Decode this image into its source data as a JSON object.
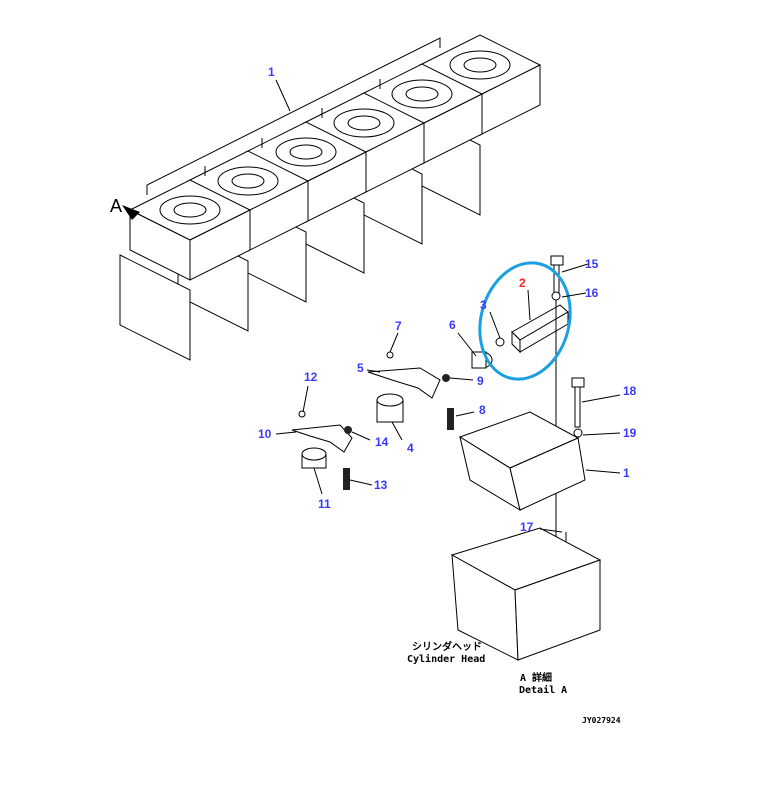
{
  "diagram": {
    "view_marker": "A",
    "callouts": [
      {
        "id": "1",
        "label": "1",
        "highlighted": false
      },
      {
        "id": "2",
        "label": "2",
        "highlighted": true
      },
      {
        "id": "3",
        "label": "3",
        "highlighted": false
      },
      {
        "id": "4",
        "label": "4",
        "highlighted": false
      },
      {
        "id": "5",
        "label": "5",
        "highlighted": false
      },
      {
        "id": "6",
        "label": "6",
        "highlighted": false
      },
      {
        "id": "7",
        "label": "7",
        "highlighted": false
      },
      {
        "id": "8",
        "label": "8",
        "highlighted": false
      },
      {
        "id": "9",
        "label": "9",
        "highlighted": false
      },
      {
        "id": "10",
        "label": "10",
        "highlighted": false
      },
      {
        "id": "11",
        "label": "11",
        "highlighted": false
      },
      {
        "id": "12",
        "label": "12",
        "highlighted": false
      },
      {
        "id": "13",
        "label": "13",
        "highlighted": false
      },
      {
        "id": "14",
        "label": "14",
        "highlighted": false
      },
      {
        "id": "15",
        "label": "15",
        "highlighted": false
      },
      {
        "id": "16",
        "label": "16",
        "highlighted": false
      },
      {
        "id": "17",
        "label": "17",
        "highlighted": false
      },
      {
        "id": "18",
        "label": "18",
        "highlighted": false
      },
      {
        "id": "19",
        "label": "19",
        "highlighted": false
      },
      {
        "id": "1b",
        "label": "1",
        "highlighted": false
      }
    ],
    "cylinder_head_jp": "シリンダヘッド",
    "cylinder_head_en": "Cylinder Head",
    "detail_jp": "A 詳細",
    "detail_en": "Detail A",
    "drawing_number": "JY027924",
    "colors": {
      "callout": "#3a3aff",
      "highlight_callout": "#ff2020",
      "highlight_ring": "#1aa0e0"
    }
  }
}
